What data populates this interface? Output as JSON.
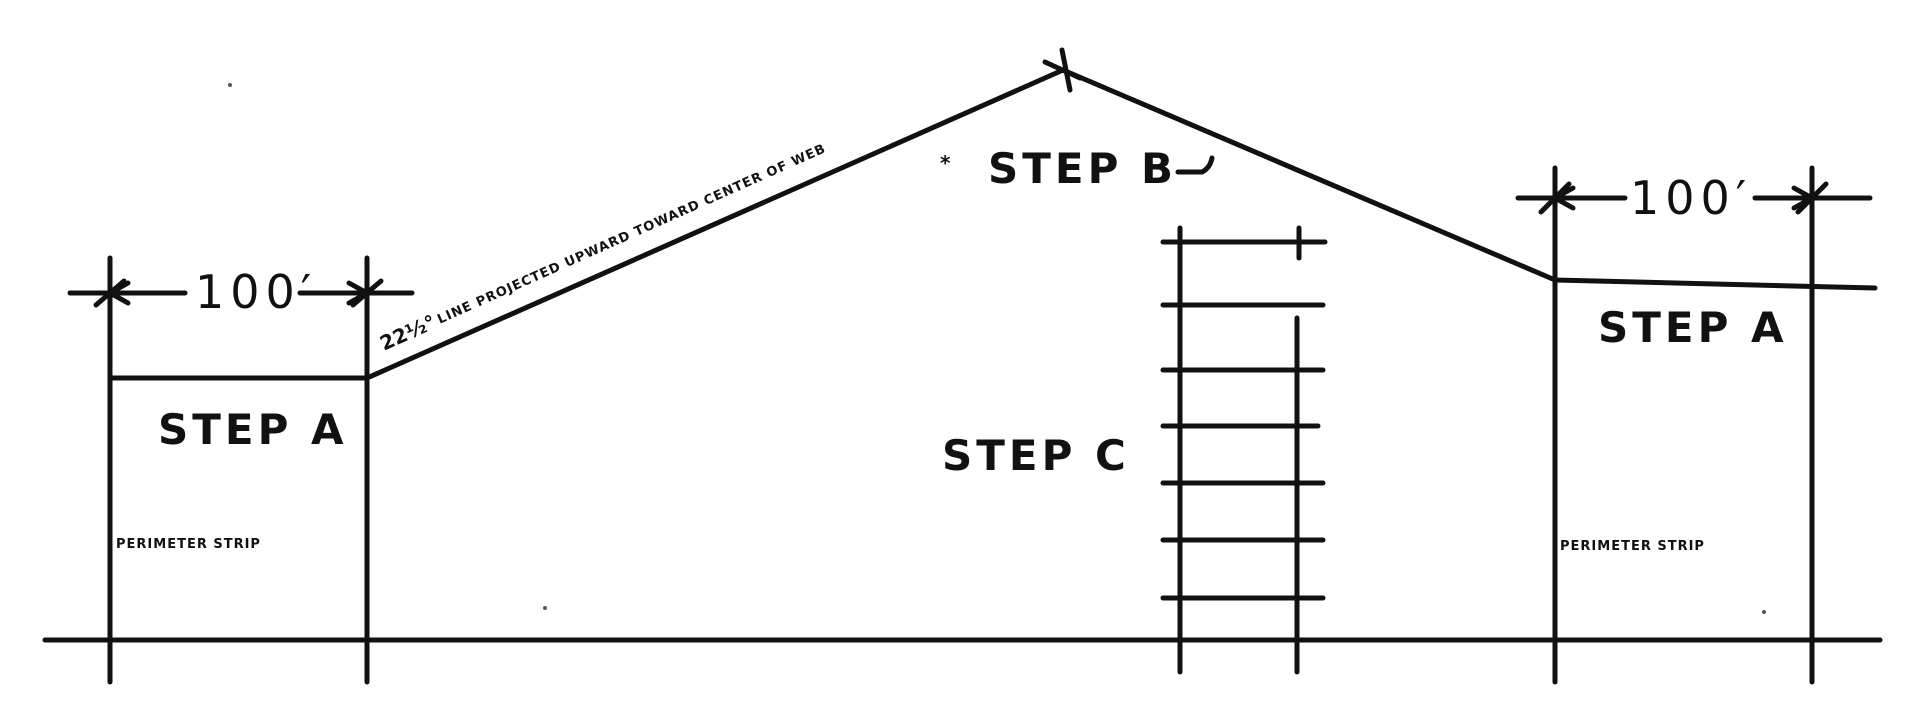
{
  "labels": {
    "dim_left": "100′",
    "dim_right": "100′",
    "step_a_left": "STEP A",
    "step_a_right": "STEP A",
    "step_b": "STEP B",
    "step_c": "STEP C",
    "perimeter_left": "PERIMETER STRIP",
    "perimeter_right": "PERIMETER STRIP",
    "slope_note": "LINE PROJECTED UPWARD TOWARD CENTER OF WEB",
    "slope_angle": "22½°",
    "star": "*"
  }
}
